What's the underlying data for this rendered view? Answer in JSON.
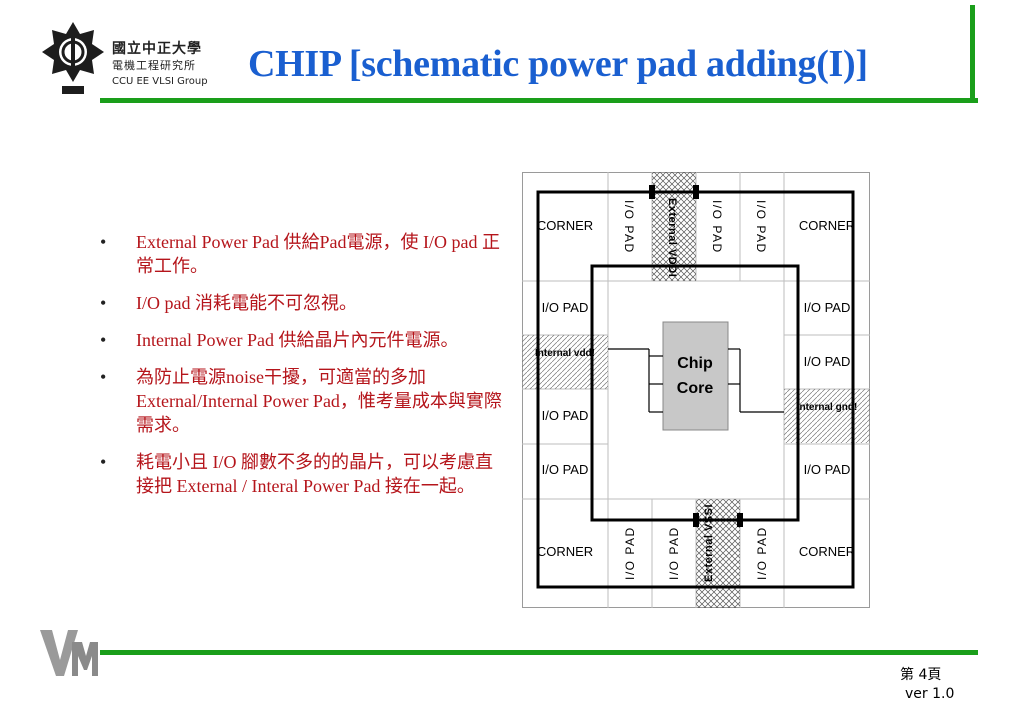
{
  "header": {
    "org_name_line1": "國立中正大學",
    "org_name_line2": "電機工程研究所",
    "org_name_line3": "CCU EE VLSI Group",
    "title": "CHIP [schematic power pad adding(I)]"
  },
  "bullets": [
    "External Power Pad 供給Pad電源，使 I/O pad 正常工作。",
    "I/O pad 消耗電能不可忽視。",
    "Internal Power Pad 供給晶片內元件電源。",
    "為防止電源noise干擾，可適當的多加 External/Internal Power Pad，惟考量成本與實際需求。",
    "耗電小且 I/O 腳數不多的的晶片，可以考慮直接把 External / Interal Power Pad 接在一起。"
  ],
  "bullet_marker": "•",
  "diagram": {
    "corner": "CORNER",
    "io_pad_h": "I/O PAD",
    "io_pad_v": "I/O PAD",
    "external_vddi": "External VDDI",
    "external_vssi": "External VSSI",
    "internal_vdd": "Internal vdd!",
    "internal_gnd": "Internal gnd!",
    "chip_core_line1": "Chip",
    "chip_core_line2": "Core"
  },
  "footer": {
    "page": "第 4頁",
    "version": "ver 1.0"
  },
  "colors": {
    "title_blue": "#1a5fd0",
    "rule_green": "#1a9e1a",
    "bullet_red": "#b5151b",
    "core_gray": "#c8c8c8"
  }
}
